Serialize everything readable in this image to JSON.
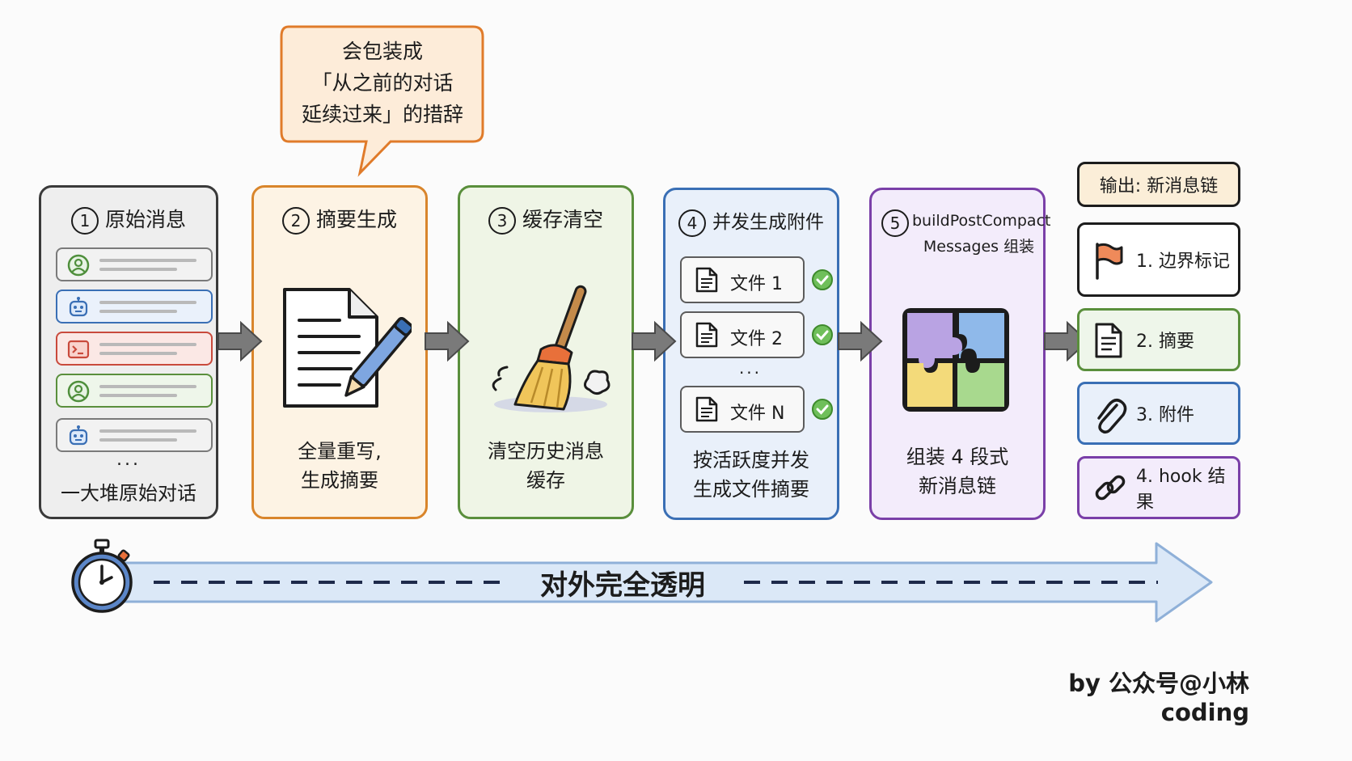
{
  "callout": {
    "lines": [
      "会包装成",
      "「从之前的对话",
      "延续过来」的措辞"
    ]
  },
  "stages": [
    {
      "num": "1",
      "title": "原始消息",
      "caption": [
        "一大堆原始对话"
      ],
      "ellipsis": "..."
    },
    {
      "num": "2",
      "title": "摘要生成",
      "caption": [
        "全量重写,",
        "生成摘要"
      ]
    },
    {
      "num": "3",
      "title": "缓存清空",
      "caption": [
        "清空历史消息",
        "缓存"
      ]
    },
    {
      "num": "4",
      "title": "并发生成附件",
      "caption": [
        "按活跃度并发",
        "生成文件摘要"
      ],
      "files": [
        "文件 1",
        "文件 2",
        "文件 N"
      ],
      "ellipsis": "..."
    },
    {
      "num": "5",
      "title_lines": [
        "buildPostCompact",
        "Messages 组装"
      ],
      "caption": [
        "组装 4 段式",
        "新消息链"
      ]
    }
  ],
  "output": {
    "header": "输出: 新消息链",
    "items": [
      {
        "label": "1. 边界标记",
        "icon": "flag-icon",
        "color": "#2a2a2a"
      },
      {
        "label": "2. 摘要",
        "icon": "document-icon",
        "color": "#5a8f3c"
      },
      {
        "label": "3. 附件",
        "icon": "paperclip-icon",
        "color": "#3a6fb5"
      },
      {
        "label": "4. hook 结果",
        "icon": "link-icon",
        "color": "#7a3fa8"
      }
    ]
  },
  "banner": {
    "text": "对外完全透明"
  },
  "credit": "by 公众号@小林coding",
  "colors": {
    "stage1": "#3a3a3a",
    "stage2": "#d9852b",
    "stage3": "#5a8f3c",
    "stage4": "#3a6fb5",
    "stage5": "#7a3fa8",
    "callout": "#e07b2a"
  }
}
